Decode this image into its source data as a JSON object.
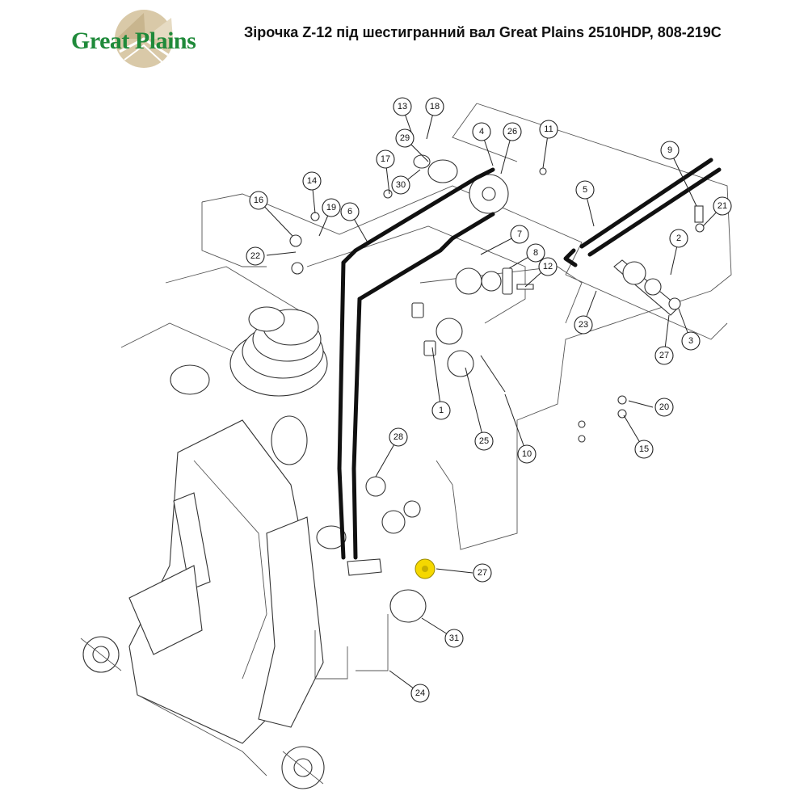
{
  "header": {
    "logo_text": "Great Plains",
    "title": "Зірочка Z-12 під шестигранний вал Great Plains 2510HDP, 808-219C"
  },
  "diagram": {
    "highlight_color": "#f5d800",
    "logo_color": "#1f8a3a",
    "callouts": [
      {
        "id": "c13",
        "label": "13"
      },
      {
        "id": "c18",
        "label": "18"
      },
      {
        "id": "c29",
        "label": "29"
      },
      {
        "id": "c4",
        "label": "4"
      },
      {
        "id": "c26",
        "label": "26"
      },
      {
        "id": "c11",
        "label": "11"
      },
      {
        "id": "c17",
        "label": "17"
      },
      {
        "id": "c30",
        "label": "30"
      },
      {
        "id": "c14",
        "label": "14"
      },
      {
        "id": "c19",
        "label": "19"
      },
      {
        "id": "c16",
        "label": "16"
      },
      {
        "id": "c6",
        "label": "6"
      },
      {
        "id": "c22",
        "label": "22"
      },
      {
        "id": "c9",
        "label": "9"
      },
      {
        "id": "c5",
        "label": "5"
      },
      {
        "id": "c21",
        "label": "21"
      },
      {
        "id": "c2",
        "label": "2"
      },
      {
        "id": "c7",
        "label": "7"
      },
      {
        "id": "c8",
        "label": "8"
      },
      {
        "id": "c12",
        "label": "12"
      },
      {
        "id": "c23",
        "label": "23"
      },
      {
        "id": "c27a",
        "label": "27"
      },
      {
        "id": "c3",
        "label": "3"
      },
      {
        "id": "c20",
        "label": "20"
      },
      {
        "id": "c15",
        "label": "15"
      },
      {
        "id": "c1",
        "label": "1"
      },
      {
        "id": "c25",
        "label": "25"
      },
      {
        "id": "c10",
        "label": "10"
      },
      {
        "id": "c28",
        "label": "28"
      },
      {
        "id": "c27b",
        "label": "27"
      },
      {
        "id": "c31",
        "label": "31"
      },
      {
        "id": "c24",
        "label": "24"
      }
    ]
  }
}
